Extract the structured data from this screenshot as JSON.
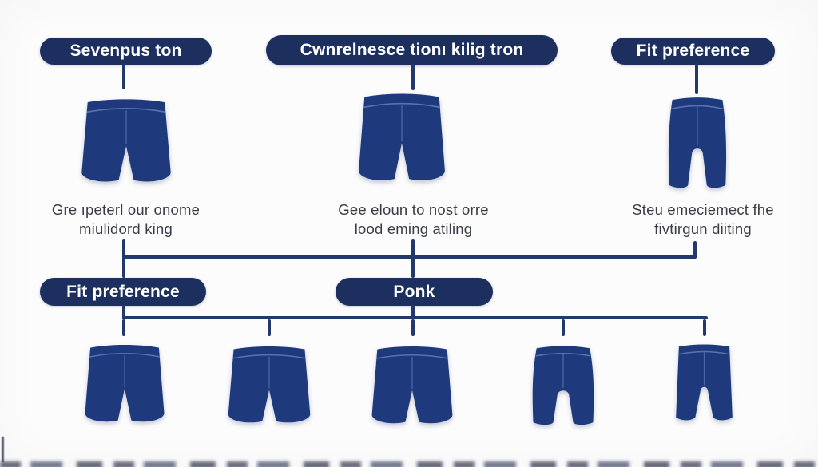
{
  "diagram": {
    "pills": [
      {
        "label": "Sevenpus ton"
      },
      {
        "label": "Cwnrelnesce tionı kilig tron"
      },
      {
        "label": "Fit preference"
      },
      {
        "label": "Fit preference"
      },
      {
        "label": "Ponk"
      }
    ],
    "captions": [
      {
        "text": "Gre ıpeterl our onome\nmiulidord king"
      },
      {
        "text": "Gee eloun to nost orre\nlood eming atiling"
      },
      {
        "text": "Steu emeciemect fhe\nfivtirgun diiting"
      }
    ],
    "icons": [
      {
        "name": "shorts-icon",
        "variant": "regular"
      },
      {
        "name": "shorts-icon",
        "variant": "regular"
      },
      {
        "name": "shorts-icon",
        "variant": "fitted"
      },
      {
        "name": "shorts-icon",
        "variant": "regular"
      },
      {
        "name": "shorts-icon",
        "variant": "regular"
      },
      {
        "name": "shorts-icon",
        "variant": "regular"
      },
      {
        "name": "shorts-icon",
        "variant": "fitted"
      },
      {
        "name": "shorts-icon",
        "variant": "slim"
      }
    ]
  },
  "theme": {
    "background": "#fcfcfd",
    "pill_fill": "#1c2f5f",
    "pill_text": "#ffffff",
    "shorts_fill": "#1e3a7d",
    "shorts_stitch": "#5d7ab5",
    "line": "#21396b",
    "caption_text": "#3a3d45"
  }
}
